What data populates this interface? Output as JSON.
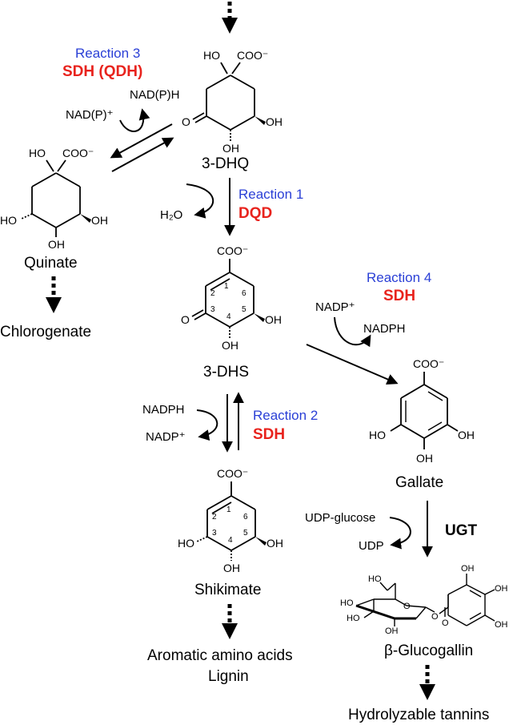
{
  "compounds": {
    "dhq": "3-DHQ",
    "quinate": "Quinate",
    "chlorogenate": "Chlorogenate",
    "dhs": "3-DHS",
    "gallate": "Gallate",
    "shikimate": "Shikimate",
    "aromatic_line1": "Aromatic amino acids",
    "aromatic_line2": "Lignin",
    "glucogallin": "β-Glucogallin",
    "tannins": "Hydrolyzable tannins"
  },
  "reactions": {
    "r1": {
      "label": "Reaction 1",
      "enzyme": "DQD",
      "byproduct": "H₂O"
    },
    "r2": {
      "label": "Reaction 2",
      "enzyme": "SDH",
      "cofactor_in": "NADPH",
      "cofactor_out": "NADP⁺"
    },
    "r3": {
      "label": "Reaction 3",
      "enzyme": "SDH (QDH)",
      "cofactor_in": "NAD(P)⁺",
      "cofactor_out": "NAD(P)H"
    },
    "r4": {
      "label": "Reaction 4",
      "enzyme": "SDH",
      "cofactor_in": "NADP⁺",
      "cofactor_out": "NADPH"
    },
    "ugt": {
      "enzyme": "UGT",
      "substrate": "UDP-glucose",
      "product": "UDP"
    }
  },
  "atoms": {
    "oh": "OH",
    "ho": "HO",
    "o": "O",
    "coo": "COO⁻",
    "ring_numbers": [
      "1",
      "2",
      "3",
      "4",
      "5",
      "6"
    ]
  },
  "colors": {
    "reaction_label": "#2a3fd6",
    "enzyme_label": "#e8231d",
    "ink": "#000000"
  }
}
